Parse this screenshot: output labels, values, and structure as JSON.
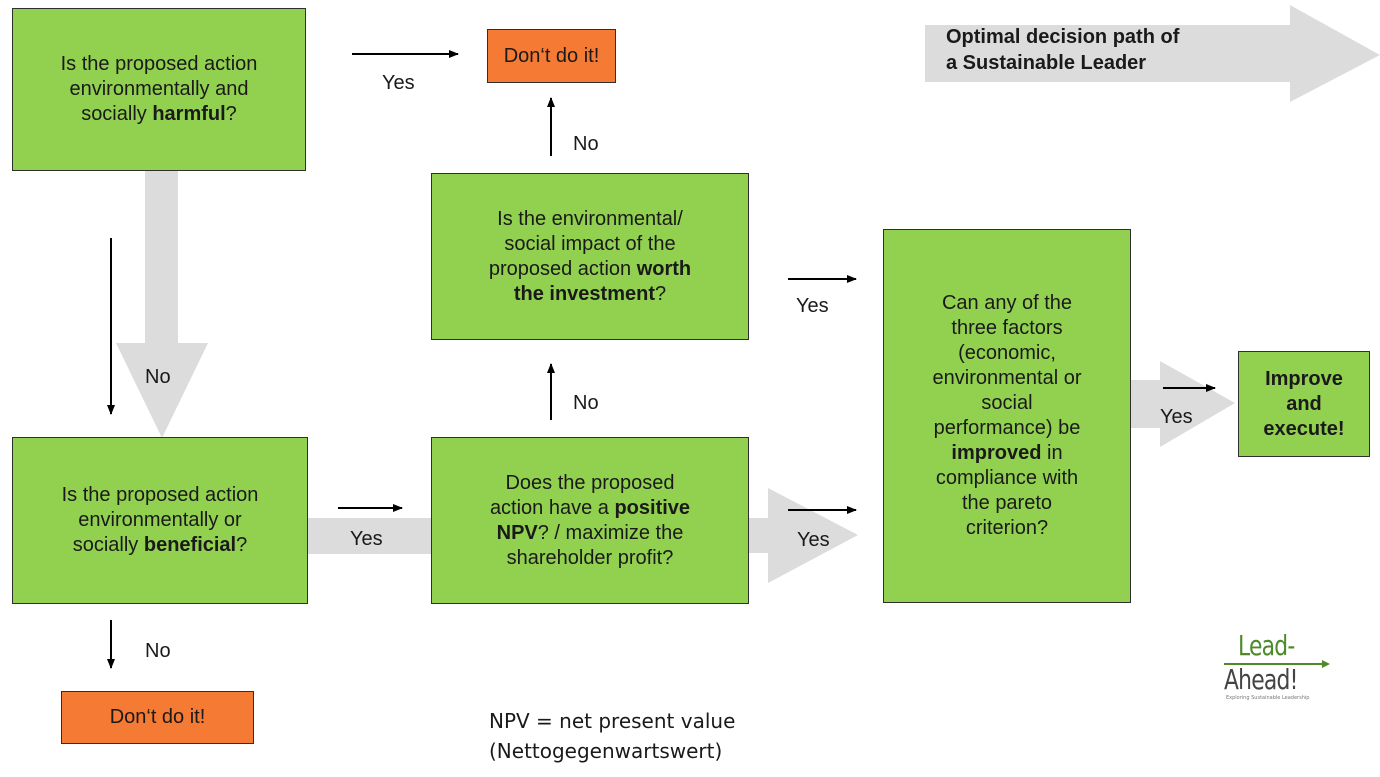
{
  "legend": {
    "text1": "Optimal decision path of",
    "text2": "a Sustainable Leader"
  },
  "boxes": {
    "harmful": {
      "l1": "Is the proposed action",
      "l2": "environmentally and",
      "l3a": "socially ",
      "l3b": "harmful",
      "l3c": "?"
    },
    "dont_top": "Don‘t do it!",
    "worth": {
      "l1": "Is the environmental/",
      "l2": "social impact of the",
      "l3a": "proposed action ",
      "l3b": "worth",
      "l4a": "the investment",
      "l4b": "?"
    },
    "factors": {
      "l1": "Can any of the",
      "l2": "three factors",
      "l3": "(economic,",
      "l4": "environmental or",
      "l5": "social",
      "l6": "performance) be",
      "l7a": "improved",
      "l7b": " in",
      "l8": "compliance with",
      "l9": "the pareto",
      "l10": "criterion?"
    },
    "improve": {
      "l1": "Improve",
      "l2": "and",
      "l3": "execute!"
    },
    "beneficial": {
      "l1": "Is the proposed action",
      "l2": "environmentally or",
      "l3a": "socially ",
      "l3b": "beneficial",
      "l3c": "?"
    },
    "npv": {
      "l1": "Does the proposed",
      "l2a": "action have a ",
      "l2b": "positive",
      "l3a": "NPV",
      "l3b": "? / maximize the",
      "l4": "shareholder profit?"
    },
    "dont_bottom": "Don‘t do it!"
  },
  "labels": {
    "yes_top": "Yes",
    "no_upper": "No",
    "yes_worth": "Yes",
    "no_left": "No",
    "no_mid": "No",
    "yes_improve": "Yes",
    "yes_beneficial": "Yes",
    "yes_npv": "Yes",
    "no_bottom": "No"
  },
  "footnote": {
    "l1": "NPV = net present value",
    "l2": "(Nettogegenwartswert)"
  },
  "logo": {
    "l1": "Lead-",
    "l2": "Ahead!",
    "tagline": "Exploring Sustainable Leadership"
  },
  "colors": {
    "box_green": "#92d050",
    "box_orange": "#f57a33",
    "path_gray": "#dcdcdc"
  }
}
